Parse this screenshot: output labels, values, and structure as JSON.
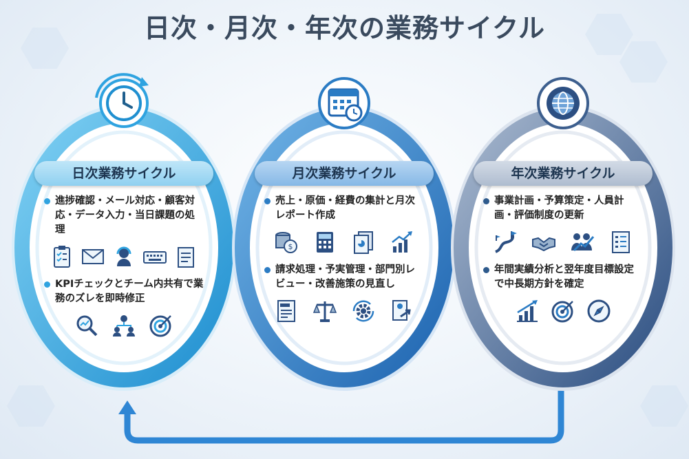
{
  "title": "日次・月次・年次の業務サイクル",
  "colors": {
    "daily": "#2fa3e0",
    "monthly": "#2b7cc4",
    "yearly": "#3d5f8e",
    "bg": "#eef3f9"
  },
  "cycles": [
    {
      "label": "日次業務サイクル",
      "icon": "clock-cycle-icon",
      "bullet1": "進捗確認・メール対応・顧客対応・データ入力・当日課題の処理",
      "icons1": [
        "clipboard-checklist-icon",
        "envelope-icon",
        "headset-support-icon",
        "keyboard-icon",
        "notepad-icon"
      ],
      "bullet2": "KPIチェックとチーム内共有で業務のズレを即時修正",
      "icons2": [
        "trend-magnifier-icon",
        "team-network-icon",
        "target-icon"
      ]
    },
    {
      "label": "月次業務サイクル",
      "icon": "calendar-clock-icon",
      "bullet1": "売上・原価・経費の集計と月次レポート作成",
      "icons1": [
        "coin-stack-icon",
        "calculator-icon",
        "report-documents-icon",
        "bar-chart-up-icon"
      ],
      "bullet2": "請求処理・予実管理・部門別レビュー・改善施策の見直し",
      "icons2": [
        "bill-icon",
        "scales-icon",
        "gear-cycle-icon",
        "document-arrow-icon"
      ]
    },
    {
      "label": "年次業務サイクル",
      "icon": "gear-globe-icon",
      "bullet1": "事業計画・予算策定・人員計画・評価制度の更新",
      "icons1": [
        "roadmap-flag-icon",
        "handshake-icon",
        "growth-people-icon",
        "rating-list-icon"
      ],
      "bullet2": "年間実績分析と翌年度目標設定で中長期方針を確定",
      "icons2": [
        "bar-chart-rise-icon",
        "target-icon",
        "compass-icon"
      ]
    }
  ]
}
